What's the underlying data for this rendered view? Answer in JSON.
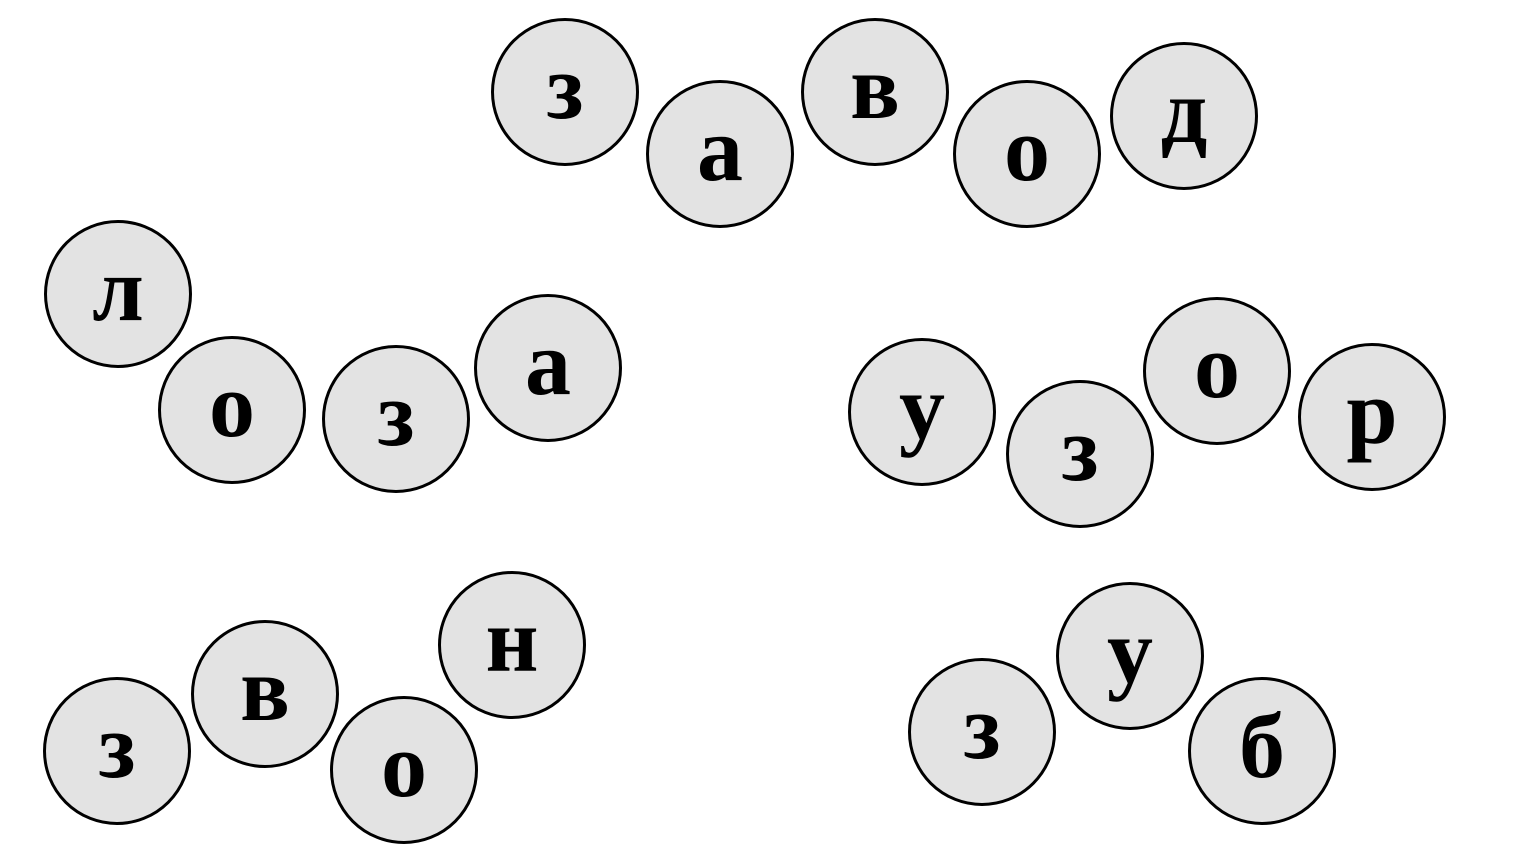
{
  "colors": {
    "circle_fill": "#e3e3e3",
    "circle_border": "#000000",
    "letter": "#000000",
    "background": "#ffffff"
  },
  "words": [
    {
      "id": "zavod",
      "letters": [
        "з",
        "а",
        "в",
        "о",
        "д"
      ]
    },
    {
      "id": "loza",
      "letters": [
        "л",
        "о",
        "з",
        "а"
      ]
    },
    {
      "id": "uzor",
      "letters": [
        "у",
        "з",
        "о",
        "р"
      ]
    },
    {
      "id": "zvon",
      "letters": [
        "з",
        "в",
        "о",
        "н"
      ]
    },
    {
      "id": "zub",
      "letters": [
        "з",
        "у",
        "б"
      ]
    }
  ]
}
